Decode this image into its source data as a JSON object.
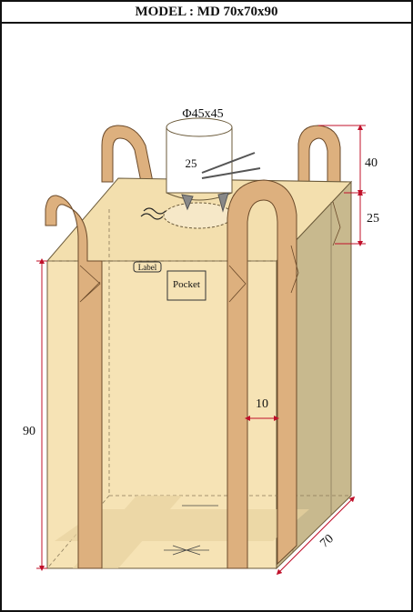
{
  "title": "MODEL : MD 70x70x90",
  "top_spout": {
    "diameter_label": "Φ45x45",
    "height_label": "25"
  },
  "labels": {
    "label_tag": "Label",
    "pocket": "Pocket"
  },
  "dimensions": {
    "height": "90",
    "depth": "70",
    "loop_height": "40",
    "loop_base": "25",
    "loop_width": "10"
  },
  "colors": {
    "bag_front": "#F6E3B5",
    "bag_top": "#F3DFAE",
    "bag_side": "#C8B98E",
    "loop": "#DDB07E",
    "loop_stroke": "#6b4a2a",
    "dimension_line": "#c0102a"
  }
}
